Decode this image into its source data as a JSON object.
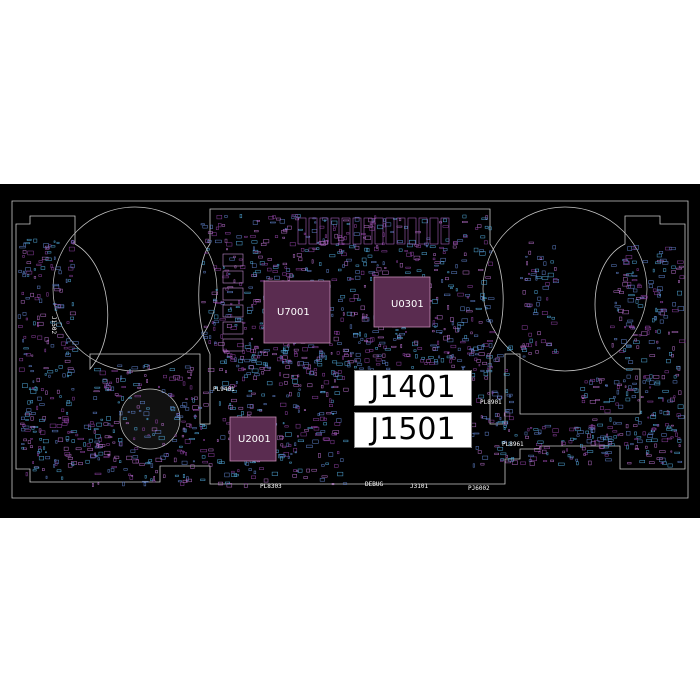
{
  "board": {
    "background": "#000000",
    "outline_color": "#c8c8c8",
    "trace_color": "#8a3f9e",
    "pad_color": "#4fa6d6",
    "chip_fill": "#7a4068"
  },
  "components": {
    "u7001": "U7001",
    "u0301": "U0301",
    "u2001": "U2001",
    "j1401": "J1401",
    "j1501": "J1501",
    "pl9401": "PL9401",
    "pl8961": "PL8961",
    "pl8901": "PL8901",
    "pl8303": "PL8303",
    "debug": "DEBUG",
    "j3101": "J3101",
    "pj6002": "PJ6002",
    "j1502": "J1502"
  }
}
